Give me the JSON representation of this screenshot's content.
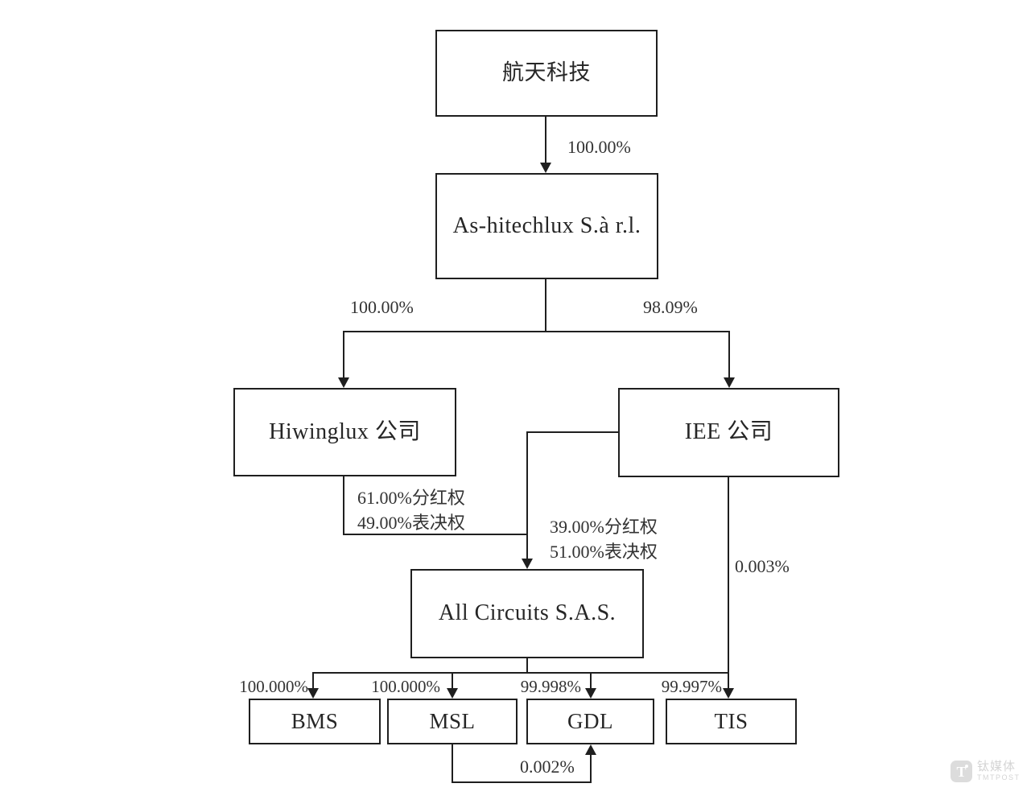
{
  "diagram": {
    "title": "ownership-structure-chart",
    "nodes": {
      "htkj": {
        "label": "航天科技"
      },
      "ashitechlux": {
        "label": "As-hitechlux  S.à r.l."
      },
      "hiwinglux": {
        "label": "Hiwinglux 公司"
      },
      "iee": {
        "label": "IEE 公司"
      },
      "allcircuits": {
        "label": "All Circuits S.A.S."
      },
      "bms": {
        "label": "BMS"
      },
      "msl": {
        "label": "MSL"
      },
      "gdl": {
        "label": "GDL"
      },
      "tis": {
        "label": "TIS"
      }
    },
    "edge_labels": {
      "htkj_to_ashitechlux": "100.00%",
      "ashitechlux_to_hiwinglux": "100.00%",
      "ashitechlux_to_iee": "98.09%",
      "hiwinglux_to_allcircuits_dividend": "61.00%分红权",
      "hiwinglux_to_allcircuits_voting": "49.00%表决权",
      "iee_to_allcircuits_dividend": "39.00%分红权",
      "iee_to_allcircuits_voting": "51.00%表决权",
      "iee_to_tis": "0.003%",
      "allcircuits_to_bms": "100.000%",
      "allcircuits_to_msl": "100.000%",
      "allcircuits_to_gdl": "99.998%",
      "allcircuits_to_tis": "99.997%",
      "msl_to_gdl": "0.002%"
    },
    "colors": {
      "line": "#1f1f1f",
      "text": "#262626",
      "background": "#ffffff",
      "watermark": "#d4d4d4"
    }
  },
  "watermark": {
    "logo_letter": "T",
    "brand_cn": "钛媒体",
    "brand_en": "TMTPOST"
  }
}
